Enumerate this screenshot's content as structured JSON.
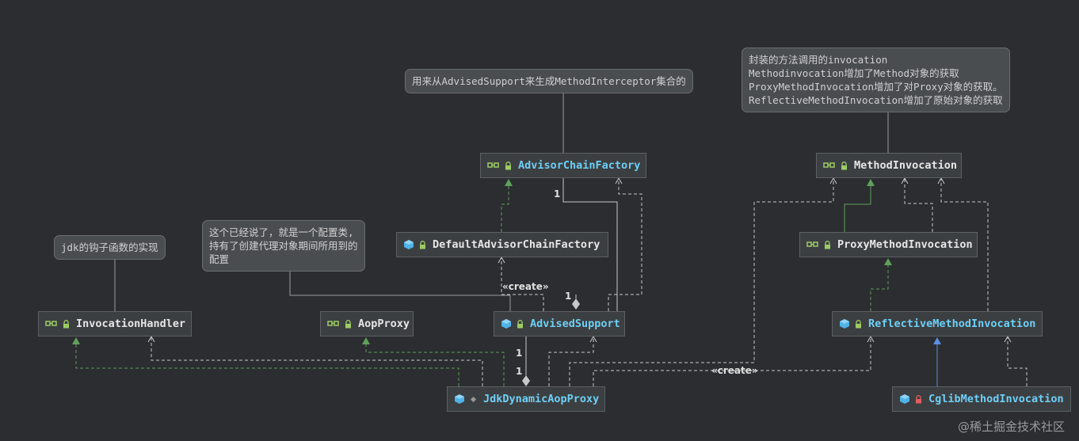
{
  "notes": {
    "chain_factory_note": "用来从AdvisedSupport来生成MethodInterceptor集合的",
    "method_invocation_note": [
      "封装的方法调用的invocation",
      "Methodinvocation增加了Method对象的获取",
      "ProxyMethodInvocation增加了对Proxy对象的获取。",
      "ReflectiveMethodInvocation增加了原始对象的获取"
    ],
    "advised_support_note": [
      "这个已经说了，就是一个配置类,",
      "持有了创建代理对象期间所用到的",
      "配置"
    ],
    "invocation_handler_note": "jdk的钩子函数的实现"
  },
  "nodes": {
    "advisor_chain_factory": "AdvisorChainFactory",
    "default_advisor_chain_factory": "DefaultAdvisorChainFactory",
    "method_invocation": "MethodInvocation",
    "proxy_method_invocation": "ProxyMethodInvocation",
    "invocation_handler": "InvocationHandler",
    "aop_proxy": "AopProxy",
    "advised_support": "AdvisedSupport",
    "reflective_method_invocation": "ReflectiveMethodInvocation",
    "jdk_dynamic_aop_proxy": "JdkDynamicAopProxy",
    "cglib_method_invocation": "CglibMethodInvocation"
  },
  "labels": {
    "create": "«create»",
    "one": "1"
  },
  "watermark": "@稀土掘金技术社区",
  "colors": {
    "background": "#2b2d30",
    "interface_text": "#e6e6e6",
    "class_text": "#6ecff6",
    "realization_green": "#5fa05a",
    "dependency": "#c8c8c8",
    "extends_blue": "#5b8fe0"
  }
}
